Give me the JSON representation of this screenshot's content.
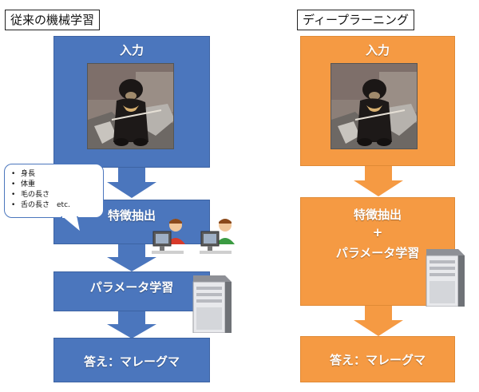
{
  "left": {
    "title": "従来の機械学習",
    "input_label": "入力",
    "feature_label": "特徴抽出",
    "param_label": "パラメータ学習",
    "answer_label": "答え：マレーグマ",
    "bubble_items": [
      "身長",
      "体重",
      "毛の長さ",
      "舌の長さ　etc."
    ]
  },
  "right": {
    "title": "ディープラーニング",
    "input_label": "入力",
    "feature_label": "特徴抽出",
    "plus_label": "+",
    "param_label": "パラメータ学習",
    "answer_label": "答え：マレーグマ"
  },
  "colors": {
    "blue": "#4b76bd",
    "orange": "#f59a43"
  },
  "icons": [
    "sun-bear-photo",
    "person-at-computer-icon",
    "server-tower-icon"
  ]
}
